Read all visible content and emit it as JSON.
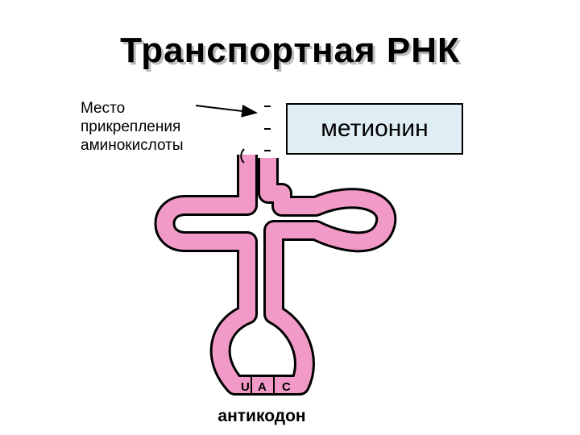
{
  "title": "Транспортная РНК",
  "attachment_label": [
    "Место",
    "прикрепления",
    "аминокислоты"
  ],
  "amino_acid": "метионин",
  "anticodon_label": "антикодон",
  "anticodon_bases": [
    "U",
    "A",
    "C"
  ],
  "colors": {
    "rna_fill": "#f29ac7",
    "amino_box_fill": "#dfeef5",
    "outline": "#000000"
  }
}
